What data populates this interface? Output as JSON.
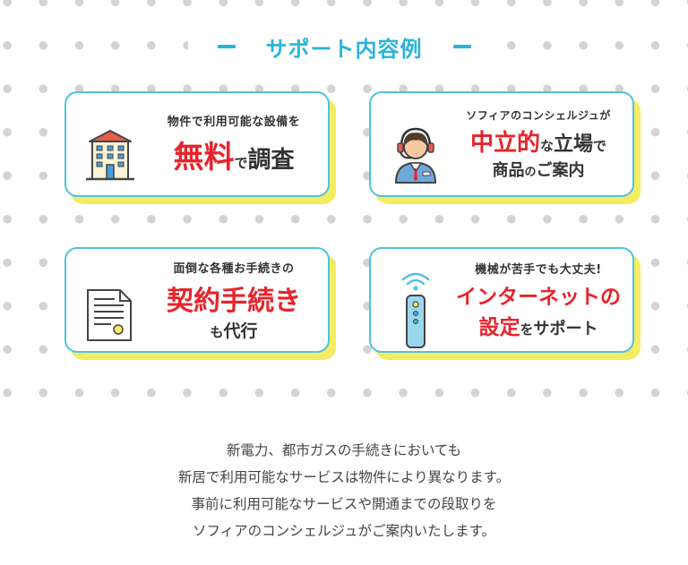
{
  "heading": {
    "title": "サポート内容例"
  },
  "cards": [
    {
      "icon": "building-icon",
      "small": "物件で利用可能な設備を",
      "em": "無料",
      "rest": "で調査"
    },
    {
      "icon": "operator-headset-icon",
      "small": "ソフィアのコンシェルジュが",
      "em": "中立的",
      "rest_small": "な",
      "rest": "立場",
      "rest_small2": "で",
      "line2": "商品",
      "line2_small": "の",
      "line2_rest": "ご案内"
    },
    {
      "icon": "document-icon",
      "small": "面倒な各種お手続きの",
      "em": "契約手続き",
      "line2_small": "も",
      "line2_rest": "代行"
    },
    {
      "icon": "wifi-router-icon",
      "small": "機械が苦手でも大丈夫!",
      "em": "インターネットの",
      "em2": "設定",
      "rest_small": "を",
      "rest": "サポート"
    }
  ],
  "description": [
    "新電力、都市ガスの手続きにおいても",
    "新居で利用可能なサービスは物件により異なります。",
    "事前に利用可能なサービスや開通までの段取りを",
    "ソフィアのコンシェルジュがご案内いたします。"
  ],
  "colors": {
    "accent": "#2bb3dc",
    "card_border": "#4ec3dd",
    "shadow": "#f4ec62",
    "emphasis": "#e8232c"
  }
}
